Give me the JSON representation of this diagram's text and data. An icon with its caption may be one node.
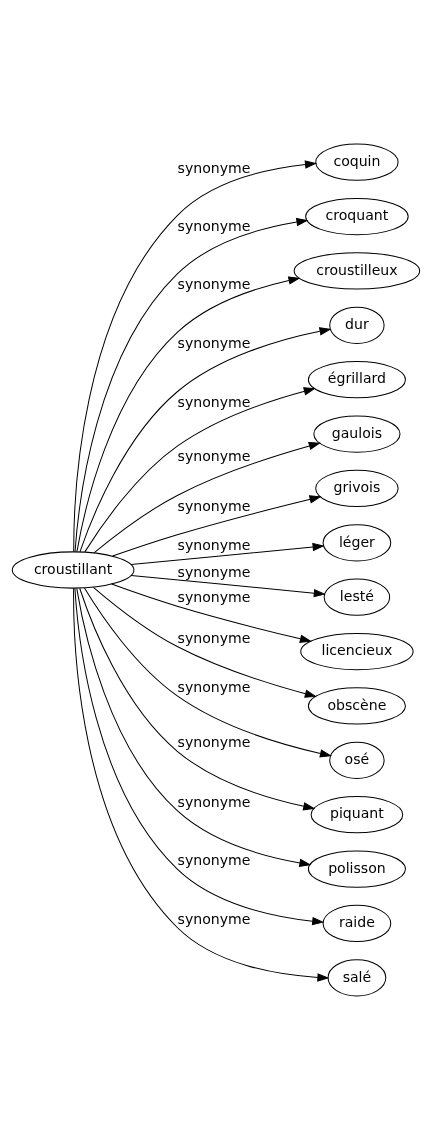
{
  "diagram": {
    "nodes": [
      {
        "text": [
          "croustillant"
        ]
      },
      {
        "text": [
          "coquin"
        ]
      },
      {
        "text": [
          "croquant"
        ]
      },
      {
        "text": [
          "croustilleux"
        ]
      },
      {
        "text": [
          "dur"
        ]
      },
      {
        "text": [
          "égrillard"
        ]
      },
      {
        "text": [
          "gaulois"
        ]
      },
      {
        "text": [
          "grivois"
        ]
      },
      {
        "text": [
          "léger"
        ]
      },
      {
        "text": [
          "lesté"
        ]
      },
      {
        "text": [
          "licencieux"
        ]
      },
      {
        "text": [
          "obscène"
        ]
      },
      {
        "text": [
          "osé"
        ]
      },
      {
        "text": [
          "piquant"
        ]
      },
      {
        "text": [
          "polisson"
        ]
      },
      {
        "text": [
          "raide"
        ]
      },
      {
        "text": [
          "salé"
        ]
      }
    ],
    "edges": [
      {
        "from": 0,
        "to": 1,
        "arrow": "to",
        "label": "synonyme"
      },
      {
        "from": 0,
        "to": 2,
        "arrow": "to",
        "label": "synonyme"
      },
      {
        "from": 0,
        "to": 3,
        "arrow": "to",
        "label": "synonyme"
      },
      {
        "from": 0,
        "to": 4,
        "arrow": "to",
        "label": "synonyme"
      },
      {
        "from": 0,
        "to": 5,
        "arrow": "to",
        "label": "synonyme"
      },
      {
        "from": 0,
        "to": 6,
        "arrow": "to",
        "label": "synonyme"
      },
      {
        "from": 0,
        "to": 7,
        "arrow": "to",
        "label": "synonyme"
      },
      {
        "from": 0,
        "to": 8,
        "arrow": "to",
        "label": "synonyme"
      },
      {
        "from": 0,
        "to": 9,
        "arrow": "to",
        "label": "synonyme"
      },
      {
        "from": 0,
        "to": 10,
        "arrow": "to",
        "label": "synonyme"
      },
      {
        "from": 0,
        "to": 11,
        "arrow": "to",
        "label": "synonyme"
      },
      {
        "from": 0,
        "to": 12,
        "arrow": "to",
        "label": "synonyme"
      },
      {
        "from": 0,
        "to": 13,
        "arrow": "to",
        "label": "synonyme"
      },
      {
        "from": 0,
        "to": 14,
        "arrow": "to",
        "label": "synonyme"
      },
      {
        "from": 0,
        "to": 15,
        "arrow": "to",
        "label": "synonyme"
      },
      {
        "from": 0,
        "to": 16,
        "arrow": "to",
        "label": "synonyme"
      }
    ]
  }
}
